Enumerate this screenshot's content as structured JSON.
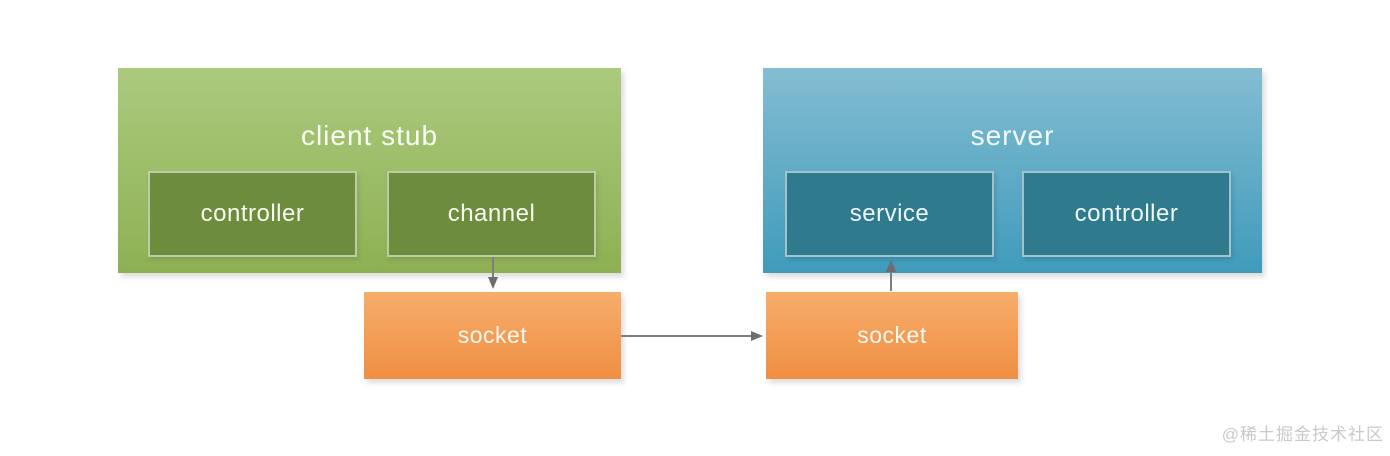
{
  "diagram": {
    "client_stub": {
      "title": "client stub",
      "boxes": [
        {
          "label": "controller"
        },
        {
          "label": "channel"
        }
      ]
    },
    "server": {
      "title": "server",
      "boxes": [
        {
          "label": "service"
        },
        {
          "label": "controller"
        }
      ]
    },
    "socket_left": {
      "label": "socket"
    },
    "socket_right": {
      "label": "socket"
    },
    "edges": [
      {
        "from": "channel",
        "to": "socket_left",
        "direction": "down"
      },
      {
        "from": "socket_left",
        "to": "socket_right",
        "direction": "right"
      },
      {
        "from": "socket_right",
        "to": "service",
        "direction": "up"
      }
    ]
  },
  "colors": {
    "client_gradient_top": "#abca7e",
    "client_gradient_bottom": "#8eb053",
    "client_inner": "#6d8c3e",
    "server_gradient_top": "#84bdd2",
    "server_gradient_bottom": "#3f9bbb",
    "server_inner": "#2f7a8c",
    "socket_gradient_top": "#f7ad6b",
    "socket_gradient_bottom": "#ef8f43",
    "inner_border": "rgba(255,255,255,0.55)",
    "arrow_line": "#7d7d7d",
    "arrow_head": "#6d6d6d",
    "label_text": "#f7f9ef",
    "watermark_text": "#c9c9c9"
  },
  "watermark": {
    "text": "@稀土掘金技术社区"
  }
}
